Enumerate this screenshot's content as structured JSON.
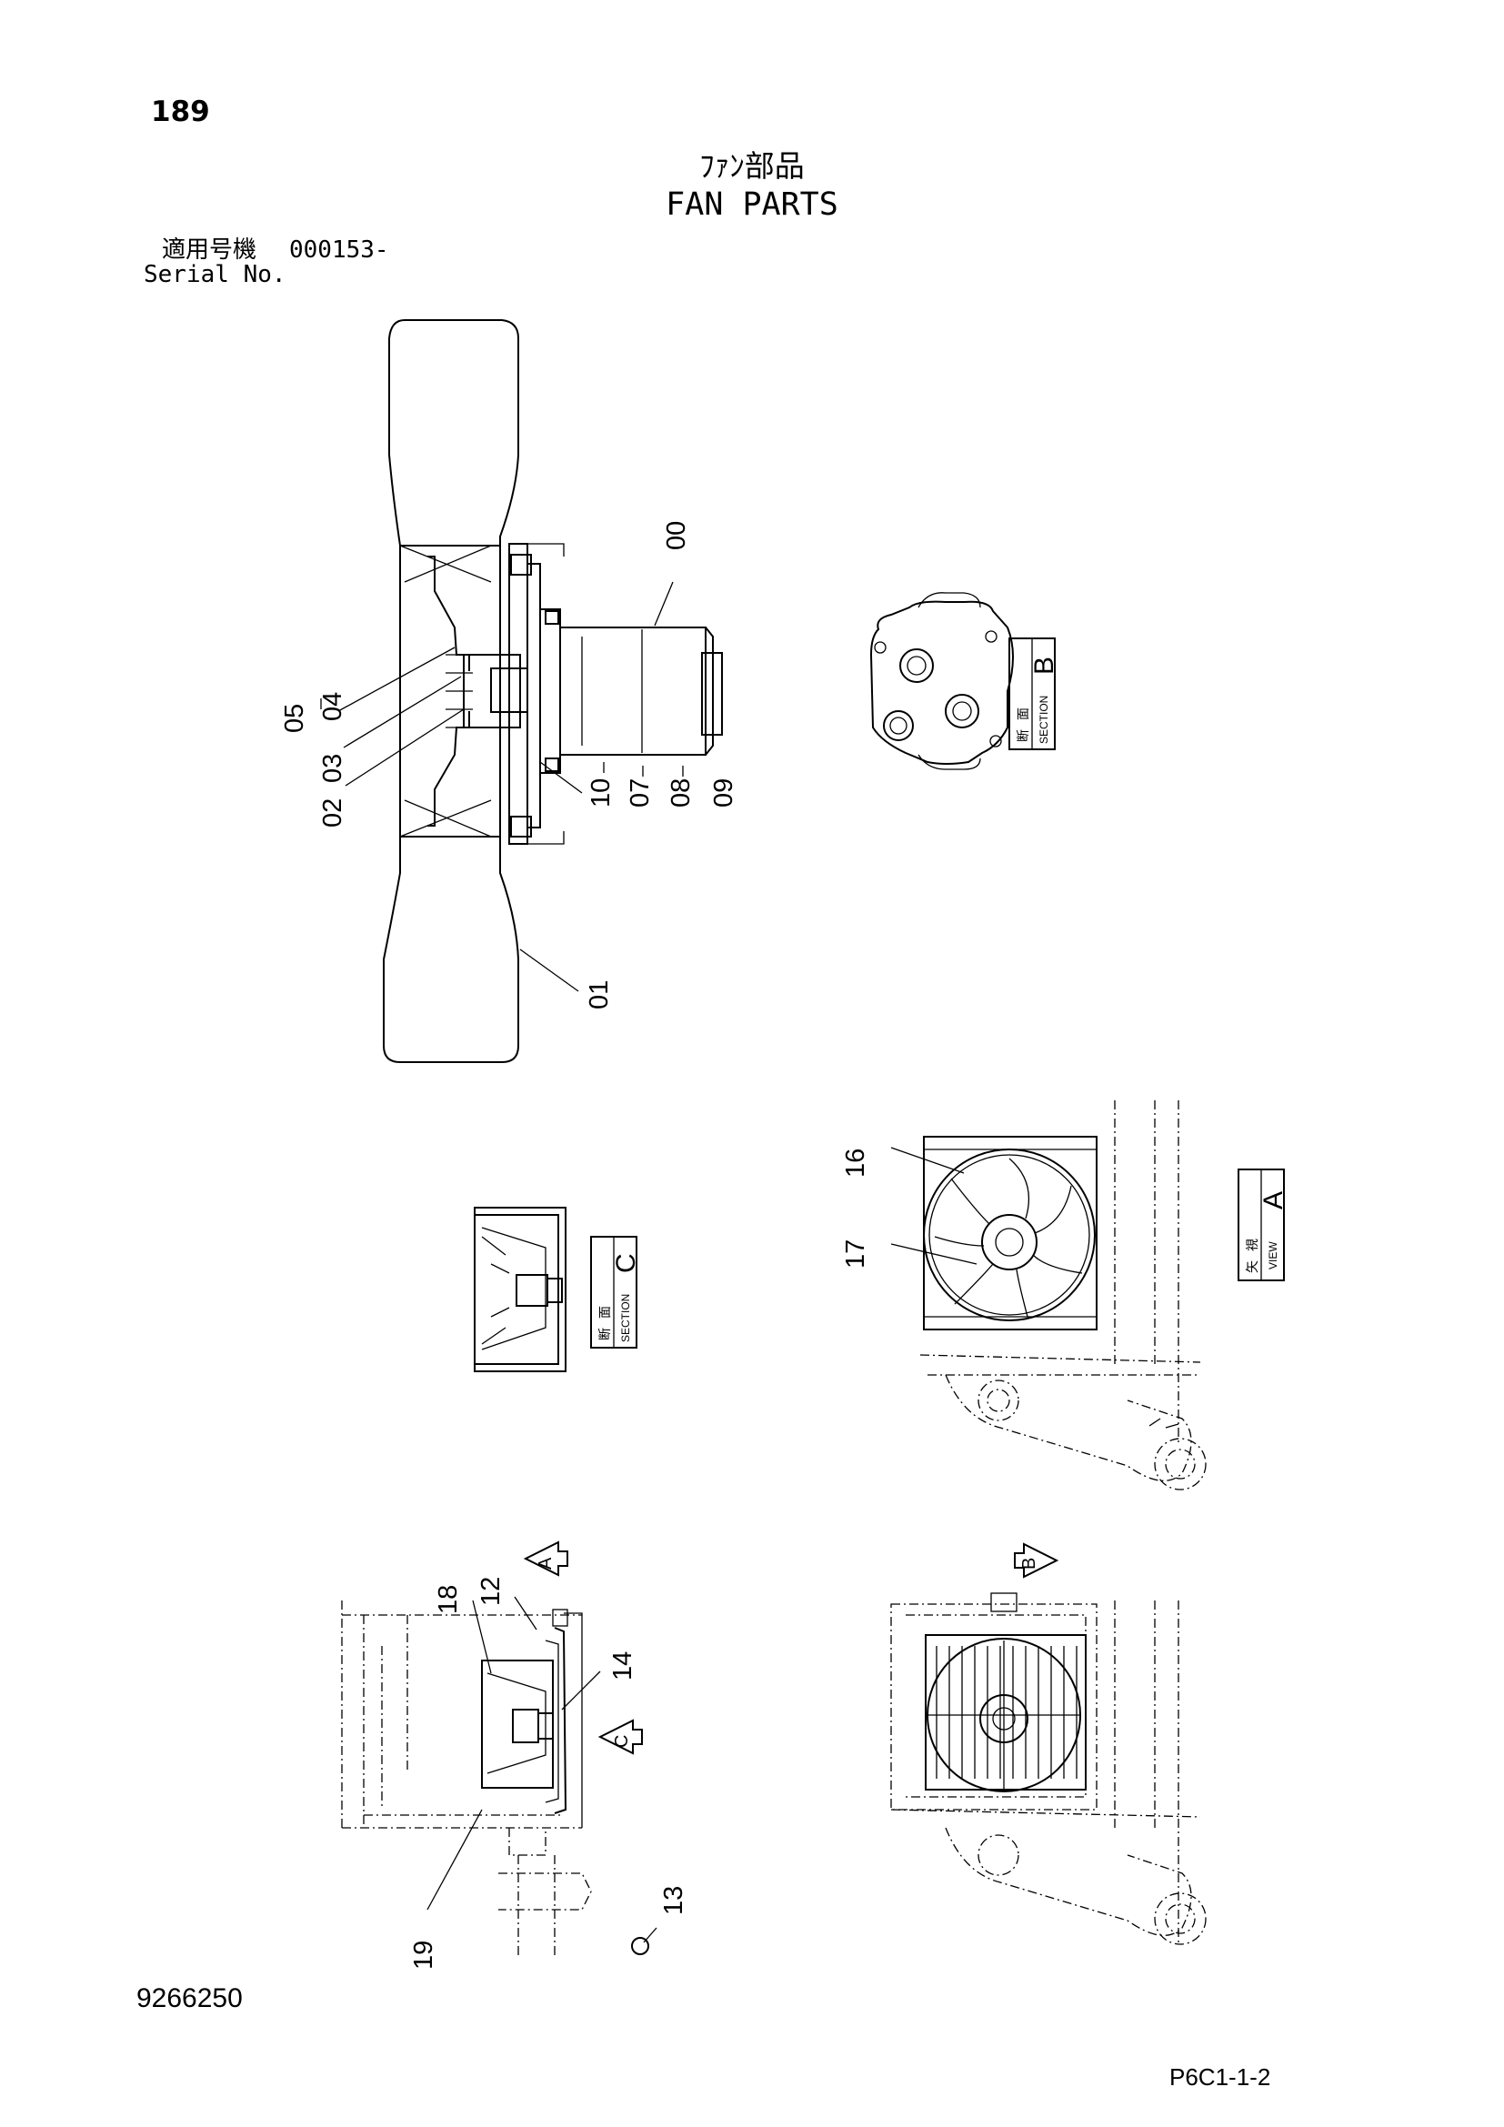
{
  "header": {
    "page_number": "189",
    "title_jp": "ﾌｧﾝ部品",
    "title_en": "FAN PARTS",
    "serial_label_jp": "適用号機",
    "serial_value": "000153-",
    "serial_label_en": "Serial No."
  },
  "footer": {
    "document_number": "9266250",
    "page_code": "P6C1-1-2"
  },
  "callouts": {
    "c00": "00",
    "c01": "01",
    "c02": "02",
    "c03": "03",
    "c04": "04",
    "c05": "05",
    "c07": "07",
    "c08": "08",
    "c09": "09",
    "c10": "10",
    "c12": "12",
    "c13": "13",
    "c14": "14",
    "c16": "16",
    "c17": "17",
    "c18": "18",
    "c19": "19"
  },
  "view_labels": {
    "section_b": {
      "letter": "B",
      "jp1": "断",
      "jp2": "面",
      "en": "SECTION"
    },
    "section_c": {
      "letter": "C",
      "jp1": "断",
      "jp2": "面",
      "en": "SECTION"
    },
    "view_a": {
      "letter": "A",
      "jp1": "矢",
      "jp2": "視",
      "en": "VIEW"
    }
  },
  "arrows": {
    "arrow_a": "A",
    "arrow_b": "B",
    "arrow_c": "C"
  }
}
